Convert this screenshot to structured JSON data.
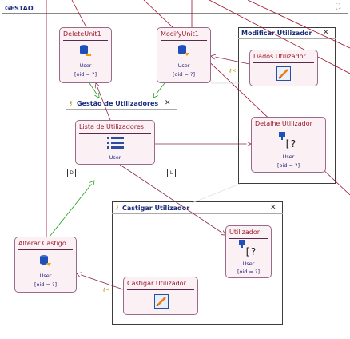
{
  "diagram": {
    "main_frame_title": "GESTAO",
    "frames": {
      "modificar": {
        "title": "Modificar Utilizador"
      },
      "gestao": {
        "title": "Gestão de Utilizadores",
        "corner_left": "D",
        "corner_right": "L"
      },
      "castigar": {
        "title": "Castigar Utilizador"
      }
    },
    "units": {
      "delete": {
        "name": "DeleteUnit1",
        "entity": "User",
        "oid": "[oid = ?]"
      },
      "modify": {
        "name": "ModifyUnit1",
        "entity": "User",
        "oid": "[oid = ?]"
      },
      "dados": {
        "name": "Dados Utilizador"
      },
      "lista": {
        "name": "Lista de Utilizadores",
        "entity": "User"
      },
      "detalhe": {
        "name": "Detalhe Utilizador",
        "entity": "User",
        "oid": "[oid = ?]"
      },
      "utilizador": {
        "name": "Utilizador",
        "entity": "User",
        "oid": "[oid = ?]"
      },
      "alterar": {
        "name": "Alterar Castigo",
        "entity": "User",
        "oid": "[oid = ?]"
      },
      "castigar_unit": {
        "name": "Castigar Utilizador"
      }
    },
    "colors": {
      "title": "#1c2d7a",
      "unit_name": "#9a1a2c",
      "link_red": "#a0102a",
      "link_green": "#1aa21a"
    }
  }
}
